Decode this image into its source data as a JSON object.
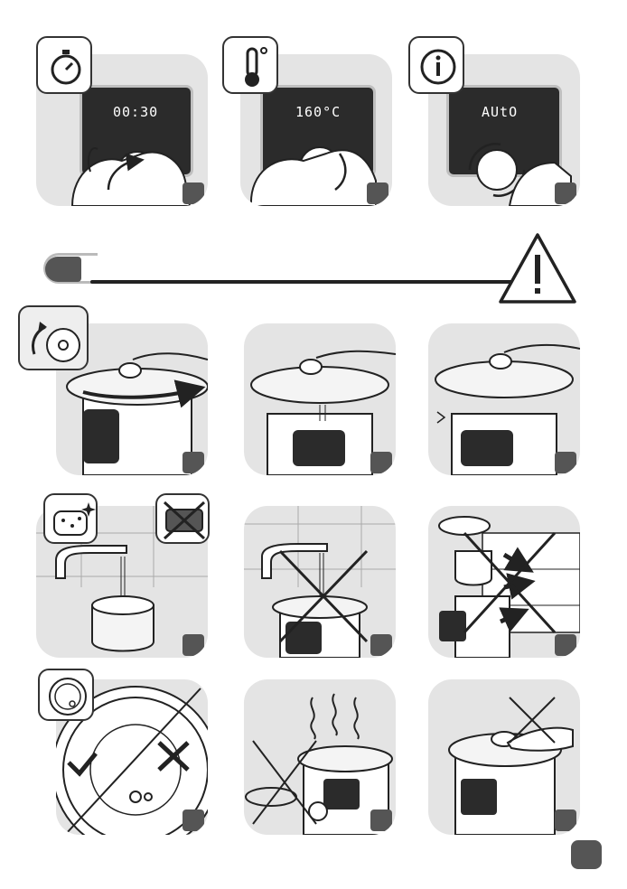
{
  "row1": {
    "timer_display": "00:30",
    "temperature_display": "160°C",
    "info_display": "AUtO"
  },
  "colors": {
    "panel": "#e4e4e4",
    "badge": "#555555",
    "line": "#222222",
    "lcd": "#2b2b2b"
  },
  "icons": [
    "timer-icon",
    "thermometer-icon",
    "info-icon",
    "warning-icon",
    "lid-rotate-icon",
    "sponge-icon",
    "scouring-pad-icon",
    "gasket-icon"
  ]
}
